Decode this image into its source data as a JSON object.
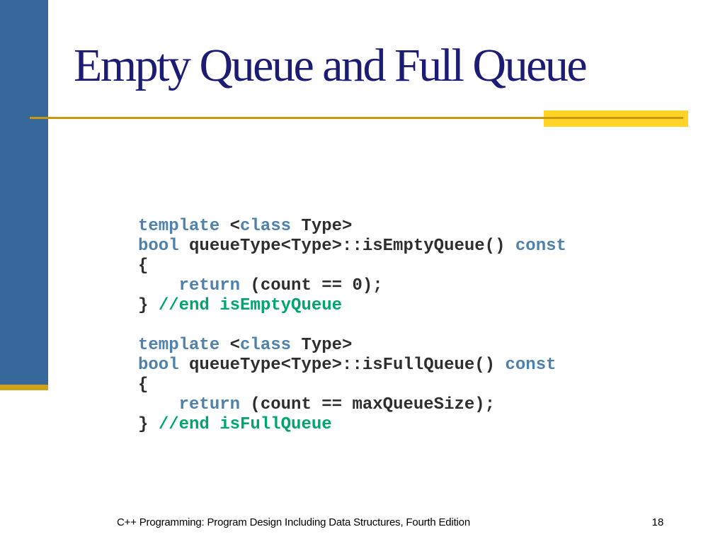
{
  "slide": {
    "title": "Empty Queue and Full Queue",
    "footer": {
      "text": "C++ Programming: Program Design Including Data Structures, Fourth Edition",
      "page_number": "18"
    }
  },
  "colors": {
    "sidebar_blue": "#36689C",
    "sidebar_gold_bar": "#D1A117",
    "rule_gold_line": "#C79810",
    "rule_highlight_yellow": "#FFD426",
    "title_navy": "#1C1C75",
    "code_keyword_blue": "#4E81AC",
    "code_plain_dark": "#2E2E2E",
    "code_comment_green": "#00A56C"
  },
  "code": {
    "lines": [
      [
        {
          "t": "template ",
          "c": "kw"
        },
        {
          "t": "<",
          "c": "plain"
        },
        {
          "t": "class",
          "c": "kw"
        },
        {
          "t": " Type>",
          "c": "plain"
        }
      ],
      [
        {
          "t": "bool",
          "c": "kw"
        },
        {
          "t": " queueType<Type>::isEmptyQueue() ",
          "c": "plain"
        },
        {
          "t": "const",
          "c": "kw"
        }
      ],
      [
        {
          "t": "{",
          "c": "plain"
        }
      ],
      [
        {
          "t": "    ",
          "c": "plain"
        },
        {
          "t": "return",
          "c": "kw"
        },
        {
          "t": " (count == 0);",
          "c": "plain"
        }
      ],
      [
        {
          "t": "} ",
          "c": "plain"
        },
        {
          "t": "//end isEmptyQueue",
          "c": "comment"
        }
      ],
      [],
      [
        {
          "t": "template ",
          "c": "kw"
        },
        {
          "t": "<",
          "c": "plain"
        },
        {
          "t": "class",
          "c": "kw"
        },
        {
          "t": " Type>",
          "c": "plain"
        }
      ],
      [
        {
          "t": "bool",
          "c": "kw"
        },
        {
          "t": " queueType<Type>::isFullQueue() ",
          "c": "plain"
        },
        {
          "t": "const",
          "c": "kw"
        }
      ],
      [
        {
          "t": "{",
          "c": "plain"
        }
      ],
      [
        {
          "t": "    ",
          "c": "plain"
        },
        {
          "t": "return",
          "c": "kw"
        },
        {
          "t": " (count == maxQueueSize);",
          "c": "plain"
        }
      ],
      [
        {
          "t": "} ",
          "c": "plain"
        },
        {
          "t": "//end isFullQueue",
          "c": "comment"
        }
      ]
    ]
  }
}
